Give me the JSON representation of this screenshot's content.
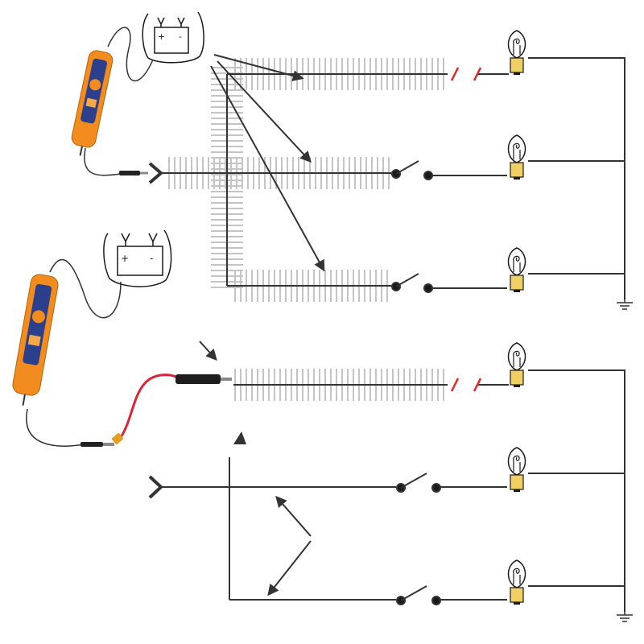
{
  "palette": {
    "wire": "#333333",
    "hatch": "#c4c4c4",
    "break_mark": "#e0262a",
    "probe_body": "#f28c1e",
    "probe_panel": "#2b3f8c",
    "probe_lead_red": "#d9253a",
    "bulb_base": "#f0d064",
    "bulb_outline": "#1a1a1a"
  },
  "figures": [
    {
      "id": "top",
      "probe": {
        "icon": "circuit-tester-probe-icon"
      },
      "battery": {
        "icon": "car-battery-icon",
        "terminals": [
          "+",
          "-"
        ]
      },
      "branches": [
        {
          "id": "branch-1",
          "fault": "open-circuit-break",
          "switch": "none",
          "load": "bulb-icon"
        },
        {
          "id": "branch-2",
          "fault": "none",
          "switch": "open",
          "load": "bulb-icon"
        },
        {
          "id": "branch-3",
          "fault": "none",
          "switch": "open",
          "load": "bulb-icon"
        }
      ],
      "ground": "ground-icon",
      "state": "probe-contacting-feed-wire-energized"
    },
    {
      "id": "bottom",
      "probe": {
        "icon": "circuit-tester-probe-icon"
      },
      "battery": {
        "icon": "car-battery-icon",
        "terminals": [
          "+",
          "-"
        ]
      },
      "branches": [
        {
          "id": "branch-1",
          "fault": "open-circuit-break",
          "switch": "none",
          "load": "bulb-icon"
        },
        {
          "id": "branch-2",
          "fault": "none",
          "switch": "open",
          "load": "bulb-icon"
        },
        {
          "id": "branch-3",
          "fault": "none",
          "switch": "open",
          "load": "bulb-icon"
        }
      ],
      "ground": "ground-icon",
      "state": "probe-powering-wire-segment"
    }
  ]
}
